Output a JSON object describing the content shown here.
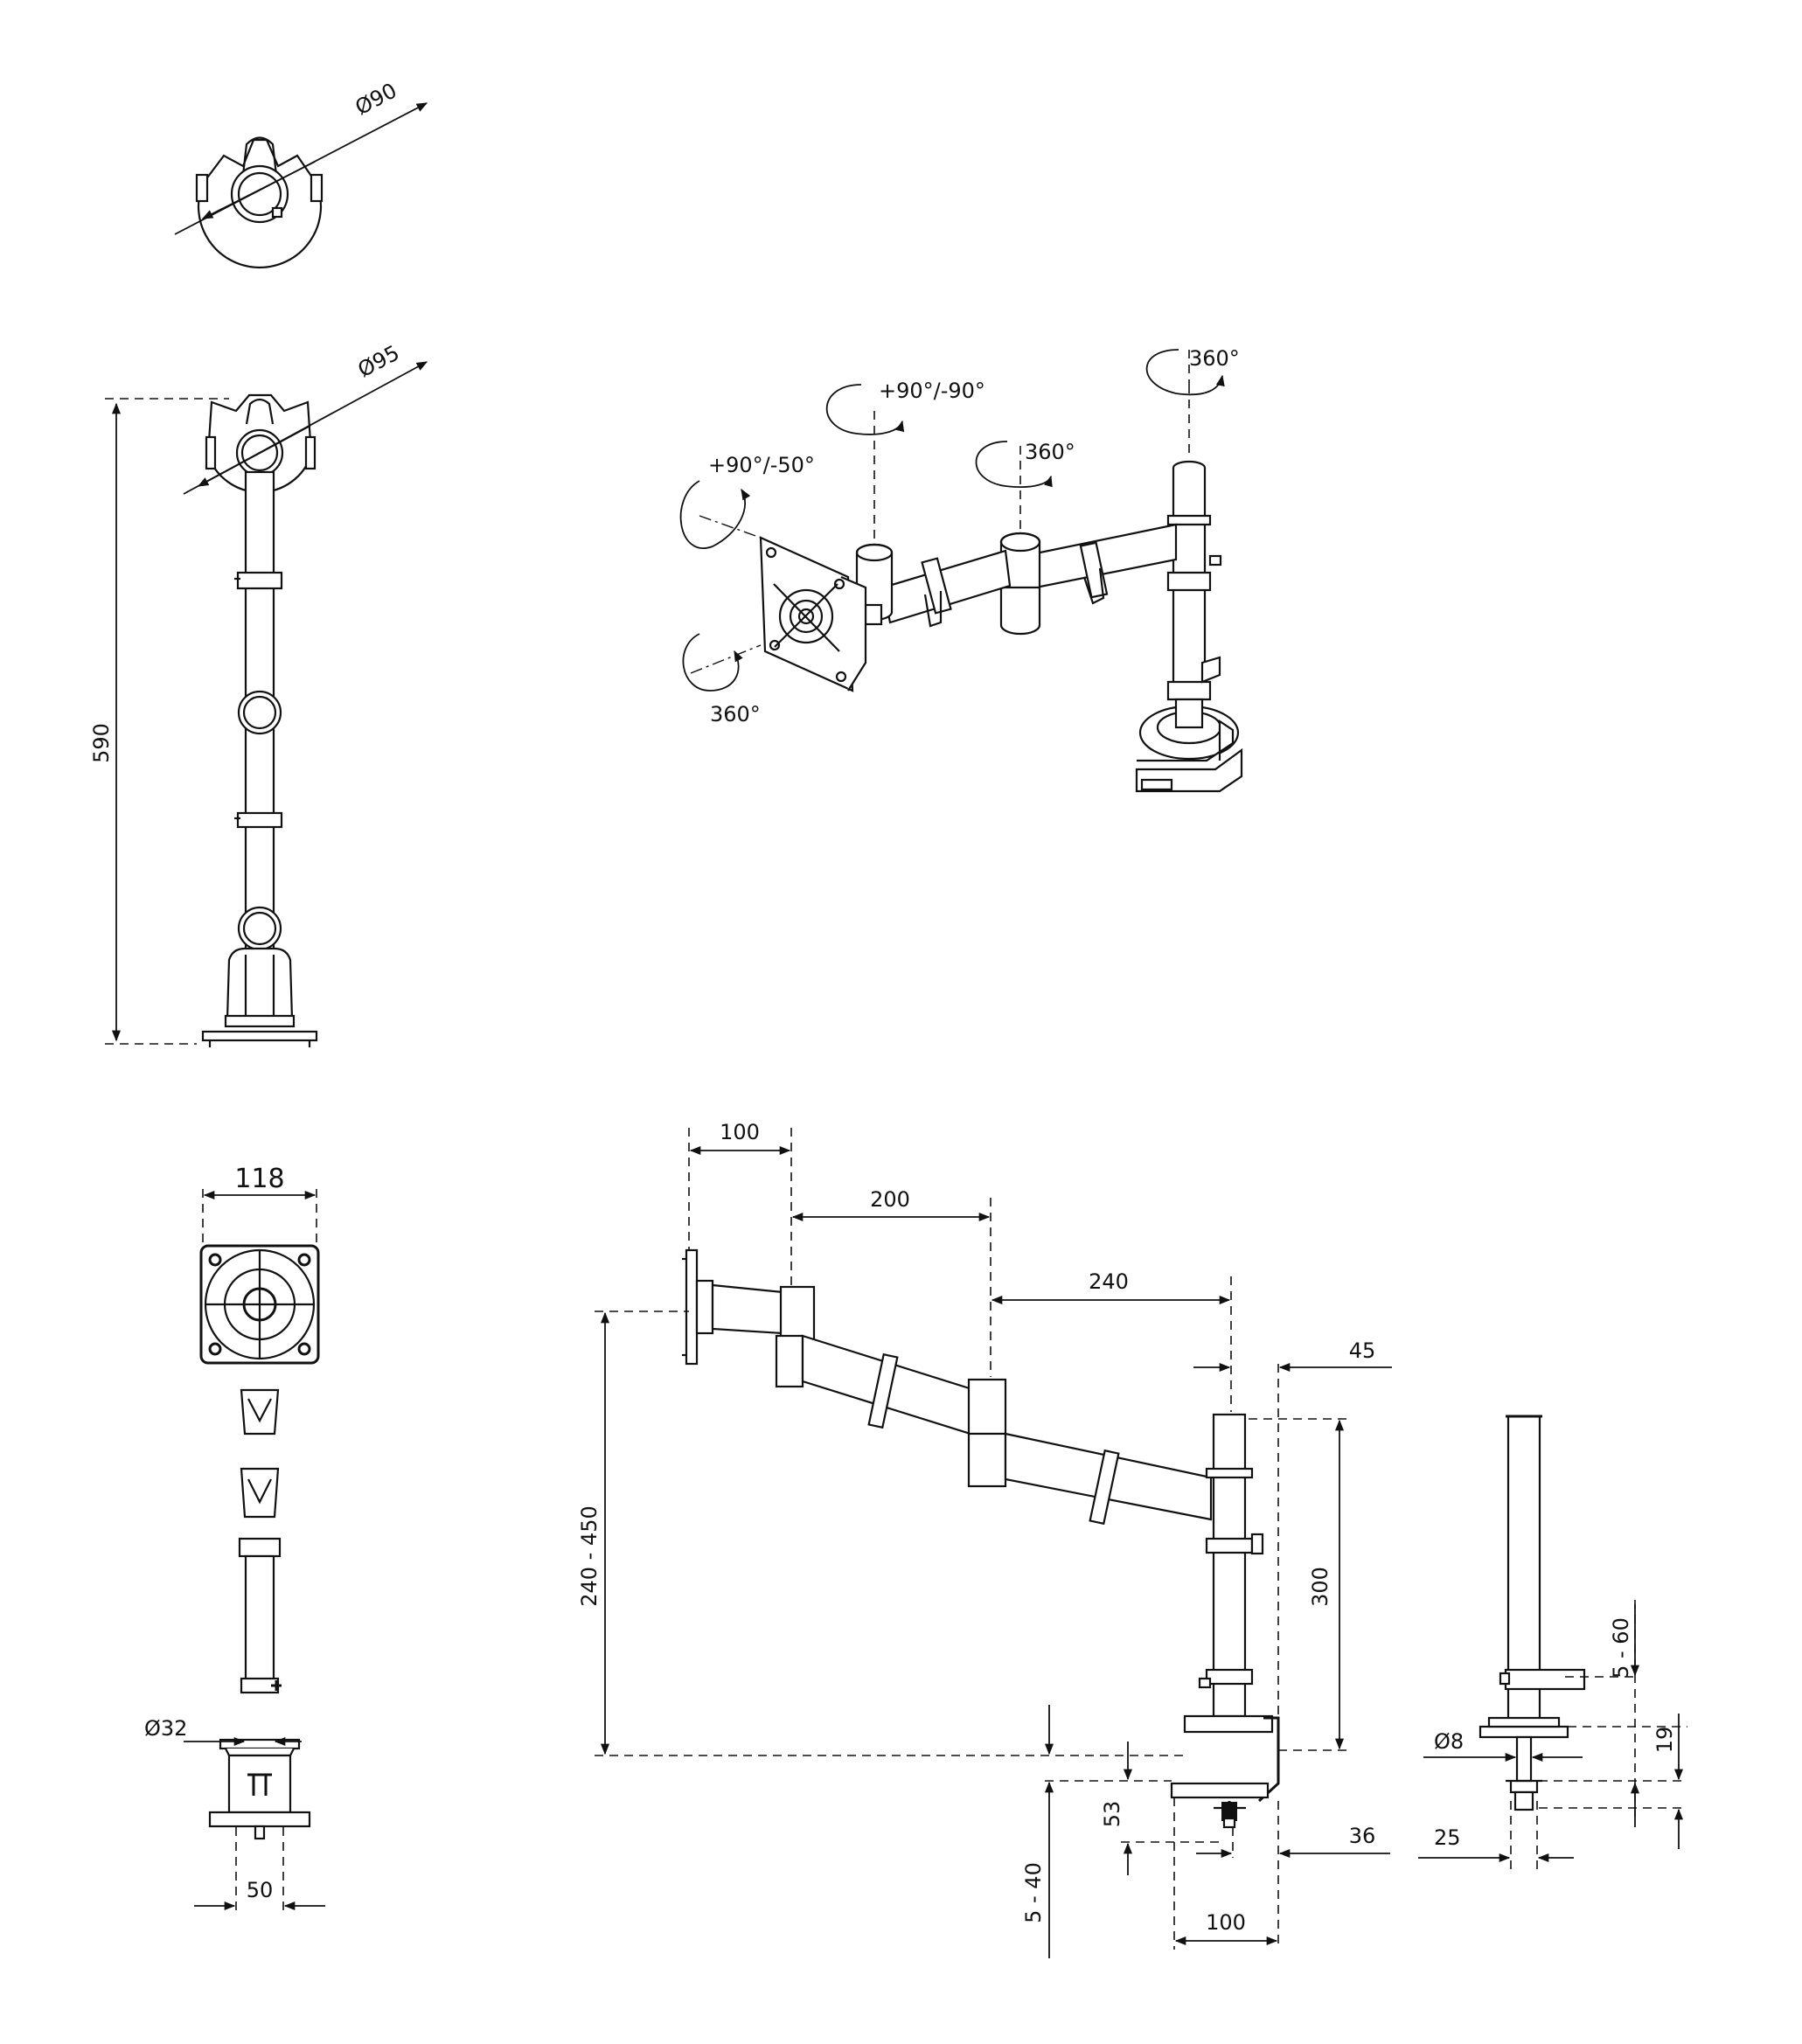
{
  "colors": {
    "line": "#111111",
    "background": "#ffffff"
  },
  "top_view": {
    "diameter_label": "Ø90"
  },
  "side_view": {
    "diameter_label": "Ø95",
    "height_label": "590"
  },
  "rotations": {
    "top_pole": "360°",
    "mid_joint": "360°",
    "head_pan": "+90°/-90°",
    "head_tilt": "+90°/-50°",
    "head_rotate": "360°"
  },
  "front_view": {
    "width_label": "118",
    "pole_diameter_label": "Ø32",
    "base_label": "50"
  },
  "arm_view": {
    "plate_label": "100",
    "arm1_label": "200",
    "arm2_label": "240",
    "offset_label": "45",
    "height_range_label": "240 - 450",
    "pole_label": "300",
    "clamp_label": "53",
    "desk_range_label": "5 - 40",
    "clamp_depth_label": "36",
    "clamp_width_label": "100"
  },
  "grommet_view": {
    "range_label": "5 - 60",
    "thickness_label": "19",
    "bolt_label": "Ø8",
    "width_label": "25"
  }
}
